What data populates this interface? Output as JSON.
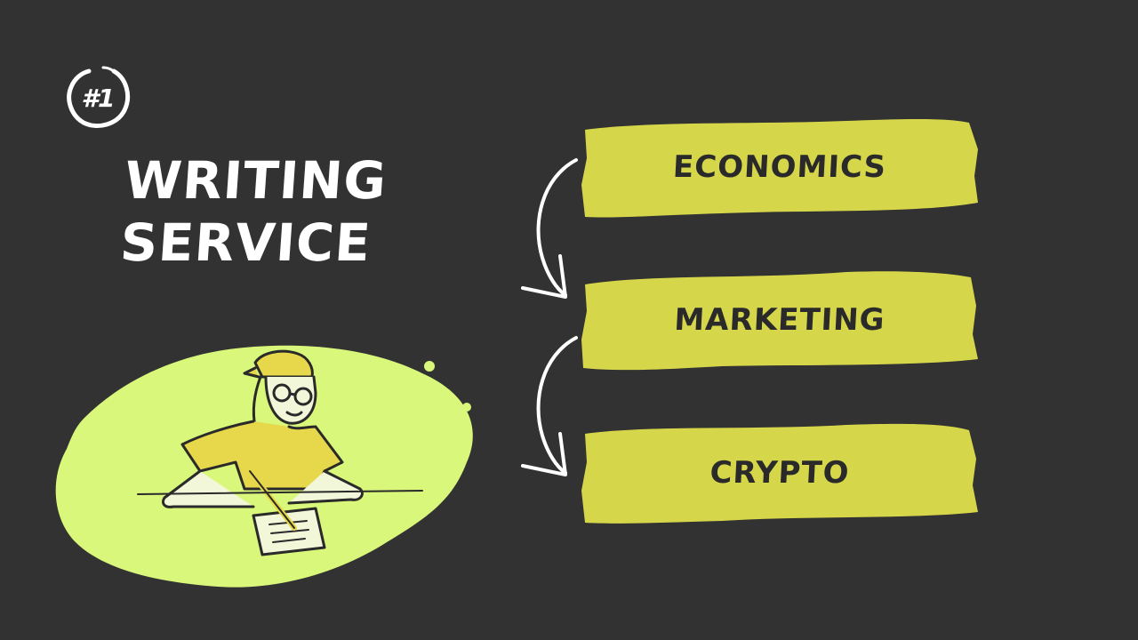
{
  "badge": {
    "text": "#1"
  },
  "title": {
    "line1": "WRITING",
    "line2": "SERVICE"
  },
  "topics": [
    {
      "label": "ECONOMICS"
    },
    {
      "label": "MARKETING"
    },
    {
      "label": "CRYPTO"
    }
  ],
  "colors": {
    "background": "#323232",
    "accent": "#d6d64b",
    "blob": "#d9f77a",
    "text_light": "#ffffff",
    "text_dark": "#2a2a2a"
  }
}
